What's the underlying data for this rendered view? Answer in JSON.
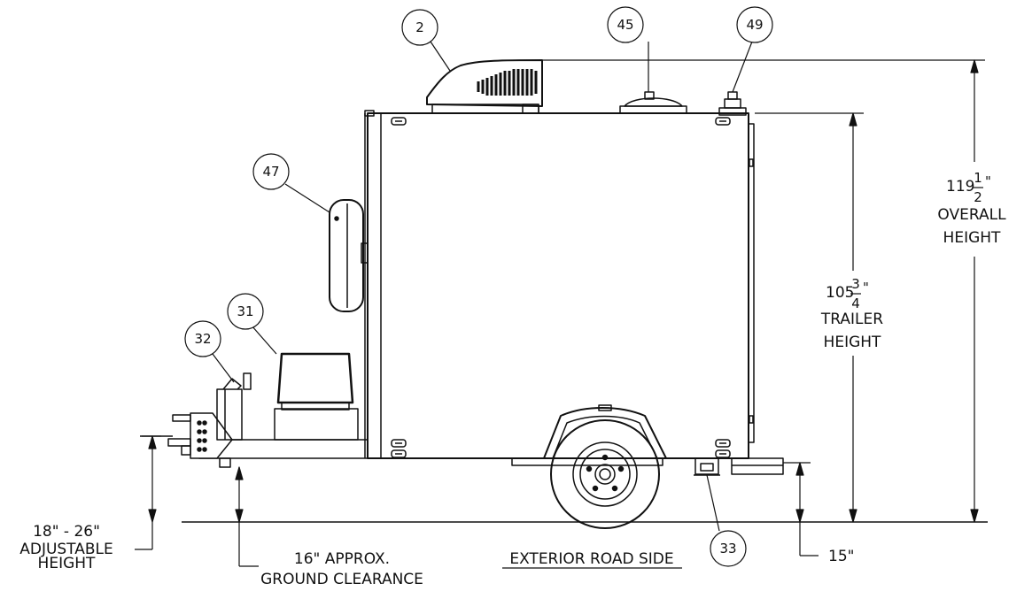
{
  "callouts": {
    "c2": "2",
    "c45": "45",
    "c49": "49",
    "c47": "47",
    "c31": "31",
    "c32": "32",
    "c33": "33"
  },
  "dimensions": {
    "overall_height": {
      "whole": "119",
      "num": "1",
      "den": "2",
      "unit": "\"",
      "line1": "OVERALL",
      "line2": "HEIGHT"
    },
    "trailer_height": {
      "whole": "105",
      "num": "3",
      "den": "4",
      "unit": "\"",
      "line1": "TRAILER",
      "line2": "HEIGHT"
    },
    "hitch_height": {
      "line1": "18\" - 26\"",
      "line2": "ADJUSTABLE",
      "line3": "HEIGHT"
    },
    "ground_clearance": {
      "line1": "16\" APPROX.",
      "line2": "GROUND CLEARANCE"
    },
    "rear_clearance": "15\""
  },
  "view_title": "EXTERIOR ROAD SIDE"
}
